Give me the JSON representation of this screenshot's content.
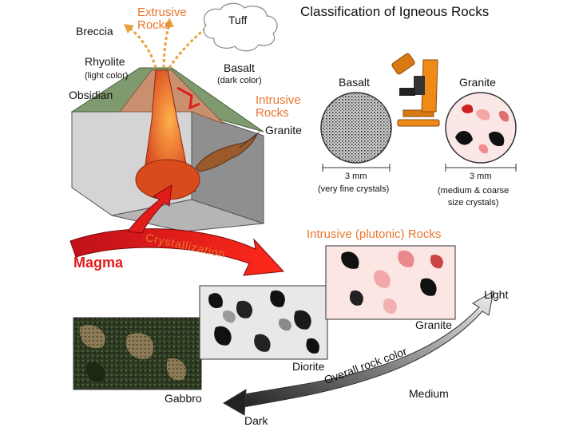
{
  "title": "Classification of Igneous Rocks",
  "volcano": {
    "extrusive": "Extrusive\nRocks",
    "tuff": "Tuff",
    "breccia": "Breccia",
    "rhyolite": "Rhyolite",
    "rhyolite_note": "(light color)",
    "obsidian": "Obsidian",
    "basalt": "Basalt",
    "basalt_note": "(dark color)",
    "intrusive": "Intrusive\nRocks",
    "granite": "Granite"
  },
  "thin_sections": {
    "basalt_label": "Basalt",
    "granite_label": "Granite",
    "basalt_scale": "3 mm",
    "basalt_note": "(very fine crystals)",
    "granite_scale": "3 mm",
    "granite_note": "(medium & coarse\nsize crystals)"
  },
  "process": {
    "crystallization": "Crystallization",
    "magma": "Magma",
    "plutonic_title": "Intrusive (plutonic) Rocks"
  },
  "samples": {
    "granite": "Granite",
    "diorite": "Diorite",
    "gabbro": "Gabbro"
  },
  "color_scale": {
    "light": "Light",
    "medium": "Medium",
    "dark": "Dark",
    "overall": "Overall rock color"
  },
  "colors": {
    "accent_orange": "#e8772e",
    "arrow_red": "#e21b1b",
    "volcano_green": "#7f9a6e",
    "lava": "#e24b1a",
    "microscope": "#f08a16"
  }
}
